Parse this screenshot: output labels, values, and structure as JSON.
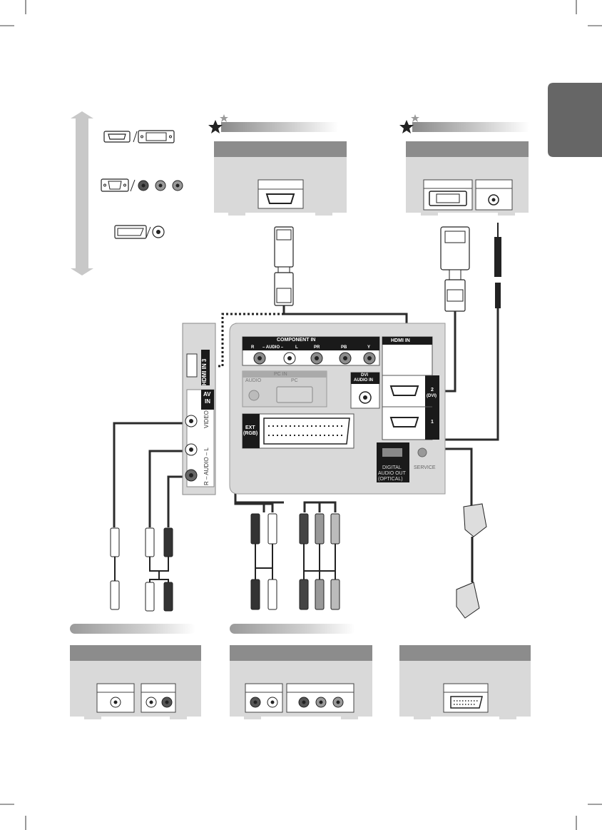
{
  "tv_panel": {
    "component_in": "COMPONENT IN",
    "audio_r": "R",
    "audio_text": "– AUDIO –",
    "audio_l": "L",
    "pr": "PR",
    "pb": "PB",
    "y": "Y",
    "hdmi_in": "HDMI IN",
    "pc_in": "PC IN",
    "pc_audio": "AUDIO",
    "pc": "PC",
    "dvi_audio_in_1": "DVI",
    "dvi_audio_in_2": "AUDIO IN",
    "hdmi_port_2": "2",
    "hdmi_port_2_sub": "(DVI)",
    "hdmi_port_1": "1",
    "ext_rgb_1": "EXT",
    "ext_rgb_2": "(RGB)",
    "digital_audio_out_1": "DIGITAL",
    "digital_audio_out_2": "AUDIO OUT",
    "digital_audio_out_3": "(OPTICAL)",
    "service": "SERVICE"
  },
  "side_panel": {
    "hdmi_in_3": "HDMI IN 3",
    "av_in_1": "AV",
    "av_in_2": "IN",
    "video": "VIDEO",
    "audio": "R – AUDIO – L"
  },
  "colors": {
    "panel_bg": "#d9d9d9",
    "panel_dark": "#8c8c8c",
    "black_bar": "#1a1a1a",
    "cable": "#2b2b2b",
    "tab": "#666666"
  }
}
